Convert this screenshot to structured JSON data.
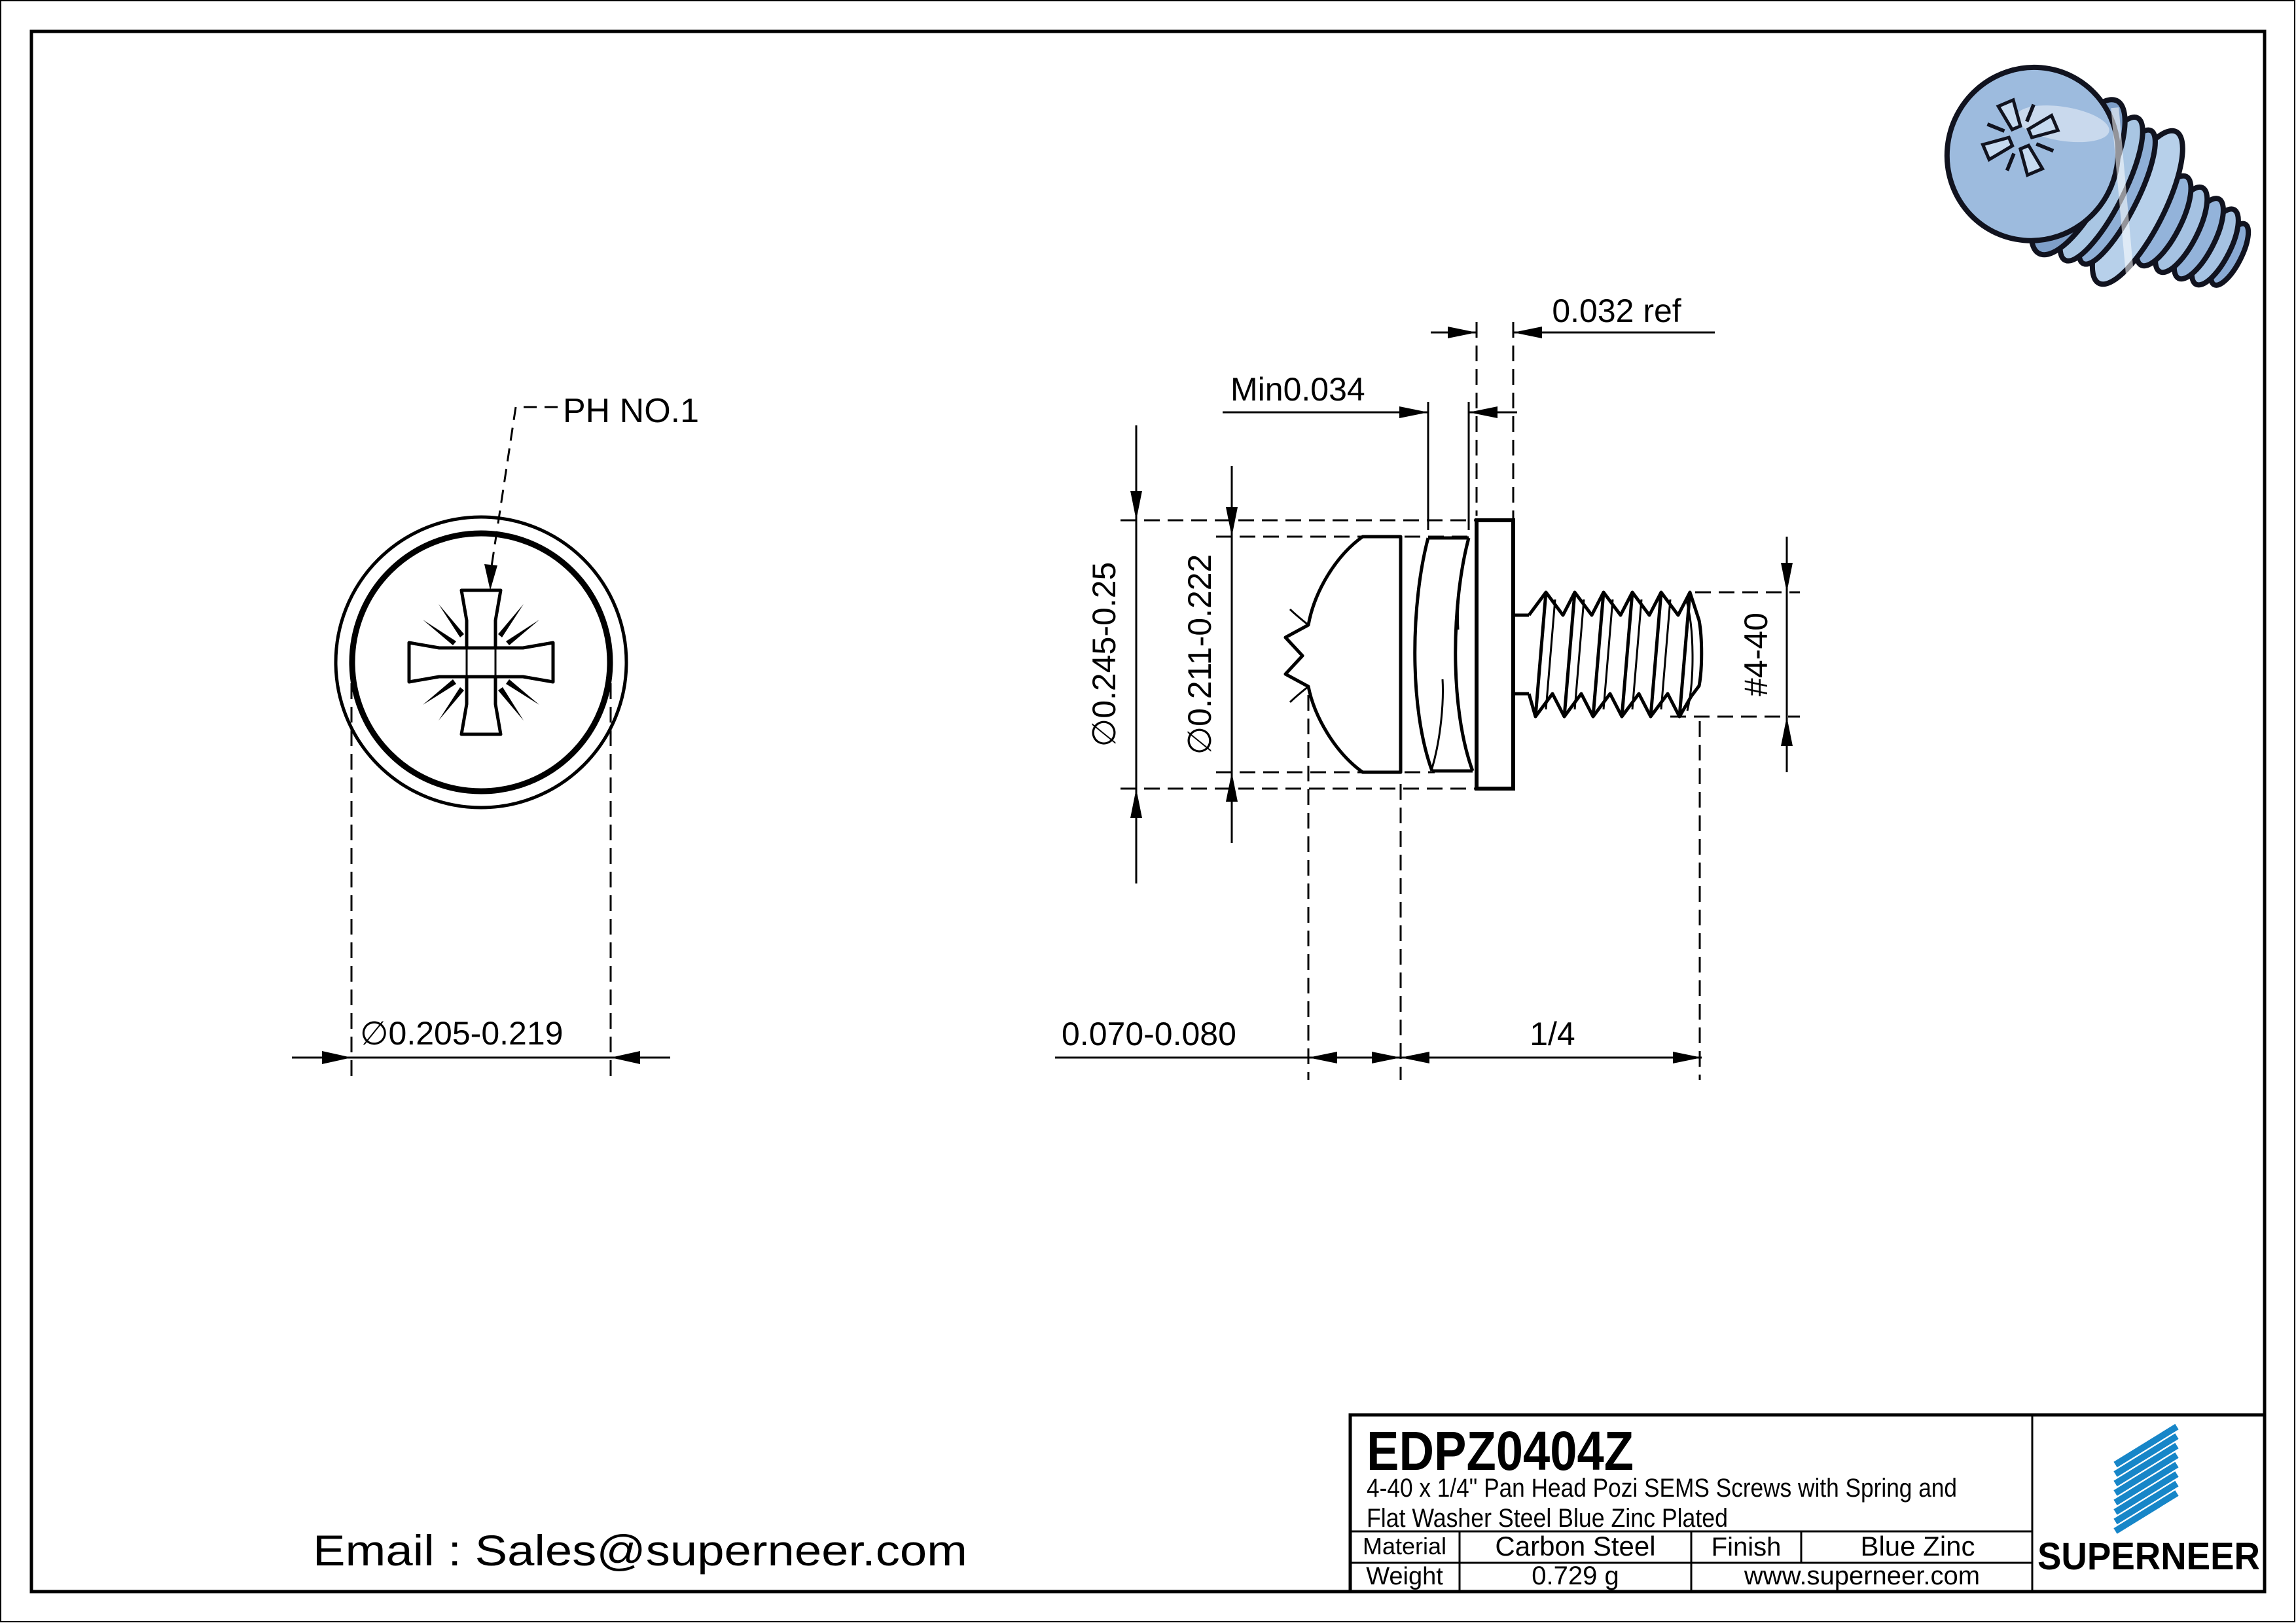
{
  "page": {
    "background": "#ffffff",
    "line_color": "#000000"
  },
  "views": {
    "front_view": "pozi-drive-front-view",
    "side_view": "sems-screw-side-view",
    "render_view": "3d-render-blue-zinc-screw"
  },
  "dimensions": {
    "drive_label": "PH NO.1",
    "front_diameter": "∅0.205-0.219",
    "washer_thickness_ref": "0.032 ref",
    "spring_washer_min": "Min0.034",
    "washer_od": "∅0.245-0.25",
    "head_od": "∅0.211-0.222",
    "thread_spec": "#4-40",
    "head_height": "0.070-0.080",
    "thread_length": "1/4"
  },
  "email": {
    "text": "Email : Sales@superneer.com"
  },
  "title_block": {
    "part_number": "EDPZ0404Z",
    "description_line1": "4-40 x 1/4\" Pan Head Pozi SEMS Screws with Spring and",
    "description_line2": "Flat Washer Steel Blue Zinc Plated",
    "material_label": "Material",
    "material_value": "Carbon Steel",
    "finish_label": "Finish",
    "finish_value": "Blue Zinc",
    "weight_label": "Weight",
    "weight_value": "0.729 g",
    "website": "www.superneer.com",
    "website_color": "#1a78d2"
  },
  "brand": {
    "logo_text": "SUPERNEER",
    "logo_color": "#1786c8",
    "logo_icon": "diagonal-stripes-icon",
    "screw_finish_color": "#9dbbde"
  }
}
